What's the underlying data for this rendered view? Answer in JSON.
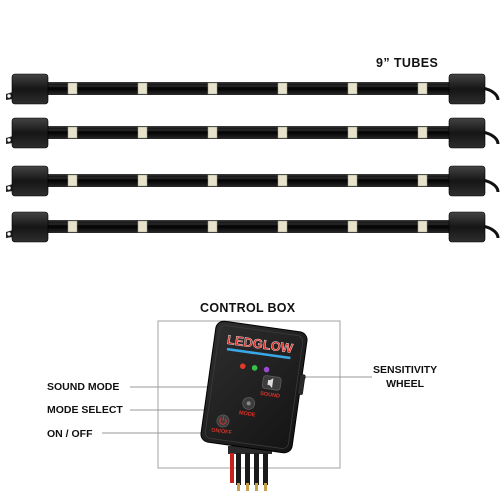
{
  "tubes": {
    "title": "9” TUBES",
    "count": 4
  },
  "control_box": {
    "title": "CONTROL BOX",
    "brand": "LEDGLOW",
    "button_labels": {
      "sound": "SOUND",
      "mode": "MODE",
      "onoff": "ON/OFF"
    },
    "callouts": {
      "sound_mode": "SOUND MODE",
      "mode_select": "MODE SELECT",
      "on_off": "ON / OFF",
      "sensitivity_line1": "SENSITIVITY",
      "sensitivity_line2": "WHEEL"
    }
  },
  "colors": {
    "tube_body": "#0b0b0b",
    "end_cap": "#1a1a1a",
    "led": "#e6e2cc",
    "box": "#1c1c1c",
    "brand_red": "#d8322a",
    "brand_blue": "#3aa8e8",
    "indicator_red": "#e23a2a",
    "indicator_green": "#36c24a",
    "indicator_purple": "#9a4ad0"
  }
}
